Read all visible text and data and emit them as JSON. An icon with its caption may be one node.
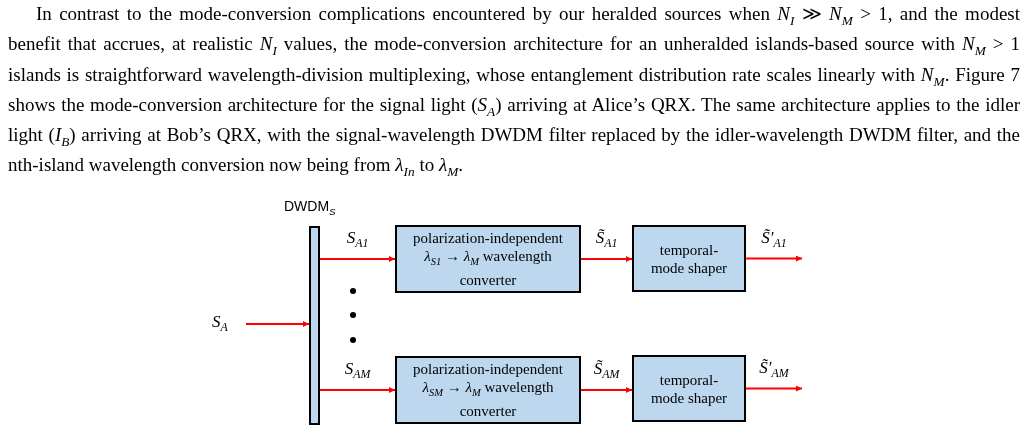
{
  "diagram": {
    "nodes": [
      {
        "text": [
          "S$_{A}$"
        ]
      },
      {
        "text": [
          "DWDM$_{S}$"
        ]
      },
      {
        "text": [
          "polarization-independent *λ*$_{S1}$ → *λ*$_{M}$ wavelength converter"
        ]
      },
      {
        "text": [
          "temporal-mode shaper"
        ]
      },
      {
        "text": [
          "polarization-independent *λ*$_{SM}$ → *λ*$_{M}$ wavelength converter"
        ]
      },
      {
        "text": [
          "temporal-mode shaper"
        ]
      }
    ],
    "edges": [
      {
        "from": 0,
        "to": 1,
        "arrow": "to"
      },
      {
        "from": 1,
        "to": 2,
        "arrow": "to",
        "label": "S$_{A1}$"
      },
      {
        "from": 2,
        "to": 3,
        "arrow": "to",
        "label": "S̃$_{A1}$"
      },
      {
        "from": 3,
        "to": null,
        "arrow": "to",
        "label": "S̃′$_{A1}$"
      },
      {
        "from": 1,
        "to": 4,
        "arrow": "to",
        "label": "S$_{AM}$"
      },
      {
        "from": 4,
        "to": 5,
        "arrow": "to",
        "label": "S̃$_{AM}$"
      },
      {
        "from": 5,
        "to": null,
        "arrow": "to",
        "label": "S̃′$_{AM}$"
      }
    ],
    "labels": [
      "In contrast to the mode-conversion complications encountered by our heralded sources when *N*$_{I}$ ≫ *N*$_{M}$ > 1, and the modest benefit that accrues, at realistic *N*$_{I}$ values, the mode-conversion architecture for an unheralded islands-based source with *N*$_{M}$ > 1 islands is straightforward wavelength-division multiplexing, whose entanglement distribution rate scales linearly with *N*$_{M}$. Figure 7 shows the mode-conversion architecture for the signal light (*S*$_{A}$) arriving at Alice’s QRX. The same architecture applies to the idler light (*I*$_{B}$) arriving at Bob’s QRX, with the signal-wavelength DWDM filter replaced by the idler-wavelength DWDM filter, and the nth-island wavelength conversion now being from *λ*$_{In}$ to *λ*$_{M}$."
    ]
  }
}
